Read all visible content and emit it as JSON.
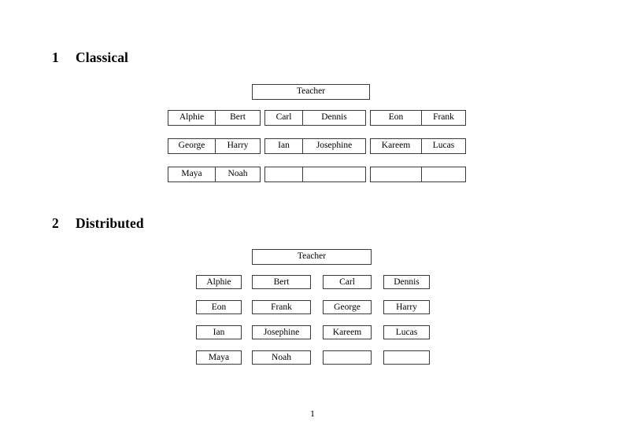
{
  "document": {
    "page_number": "1",
    "sections": [
      {
        "number": "1",
        "title": "Classical",
        "teacher_label": "Teacher",
        "layout": "paired-cells",
        "groups": [
          {
            "rows": [
              [
                "Alphie",
                "Bert"
              ],
              [
                "George",
                "Harry"
              ],
              [
                "Maya",
                "Noah"
              ]
            ]
          },
          {
            "rows": [
              [
                "Carl",
                "Dennis"
              ],
              [
                "Ian",
                "Josephine"
              ],
              [
                "",
                ""
              ]
            ]
          },
          {
            "rows": [
              [
                "Eon",
                "Frank"
              ],
              [
                "Kareem",
                "Lucas"
              ],
              [
                "",
                ""
              ]
            ]
          }
        ]
      },
      {
        "number": "2",
        "title": "Distributed",
        "teacher_label": "Teacher",
        "layout": "independent-boxes",
        "rows": [
          [
            "Alphie",
            "Bert",
            "Carl",
            "Dennis"
          ],
          [
            "Eon",
            "Frank",
            "George",
            "Harry"
          ],
          [
            "Ian",
            "Josephine",
            "Kareem",
            "Lucas"
          ],
          [
            "Maya",
            "Noah",
            "",
            ""
          ]
        ]
      }
    ]
  },
  "style": {
    "page_background": "#ffffff",
    "text_color": "#000000",
    "box_border_color": "#3a3a3a"
  }
}
